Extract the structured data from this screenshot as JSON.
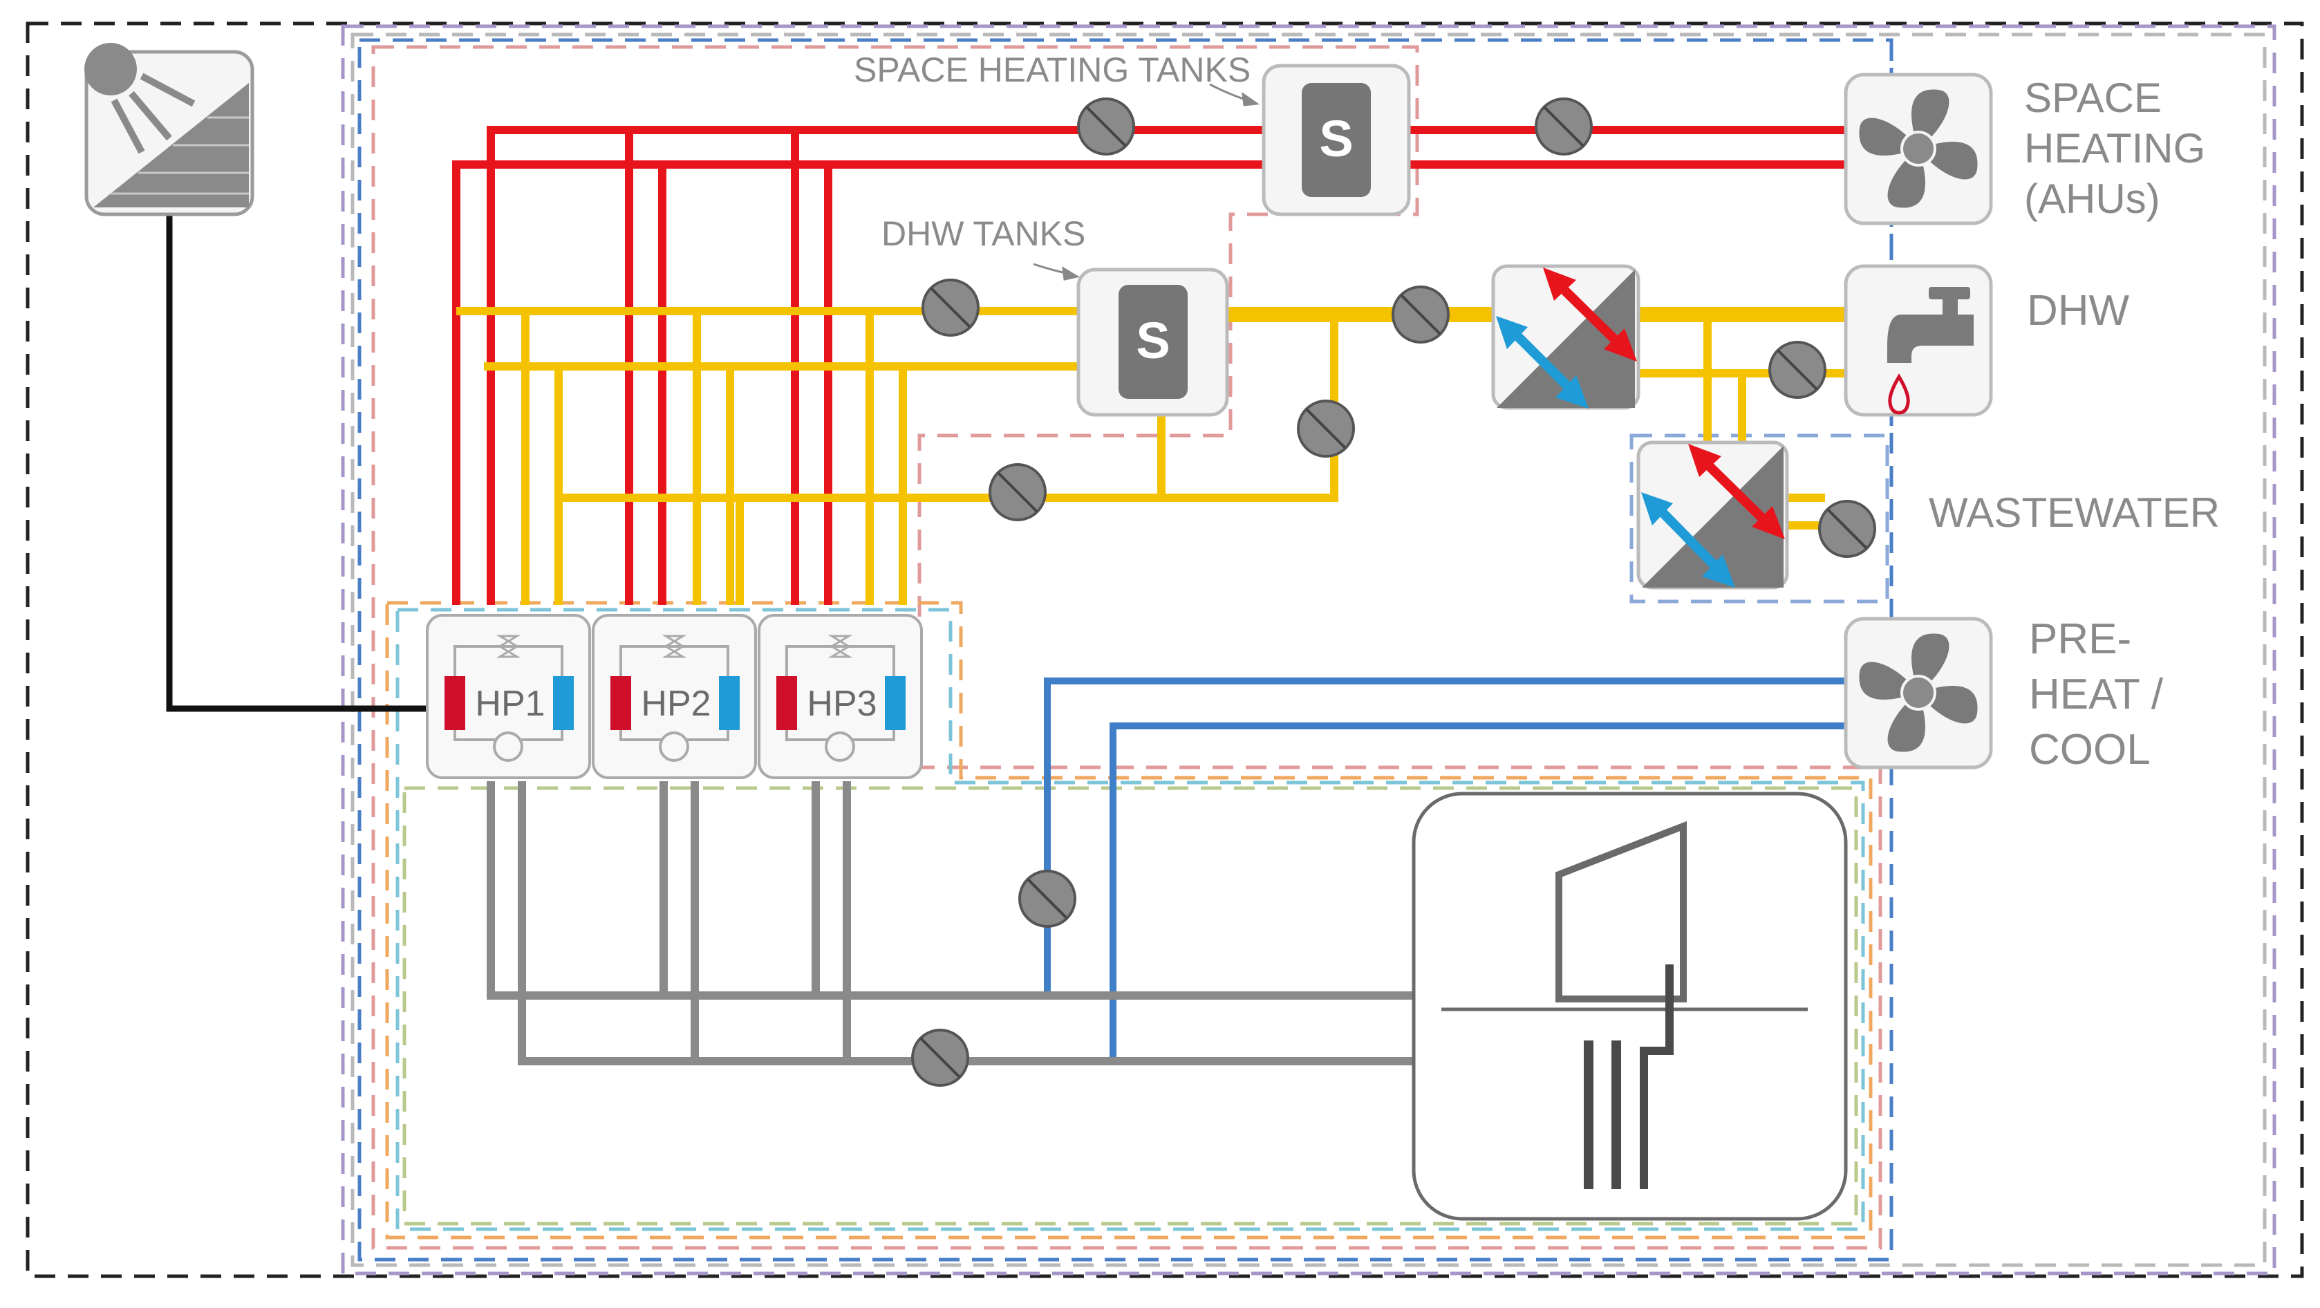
{
  "labels": {
    "space_heating_tanks": "SPACE HEATING TANKS",
    "dhw_tanks": "DHW TANKS",
    "space_heating": [
      "SPACE",
      "HEATING",
      "(AHUs)"
    ],
    "dhw": "DHW",
    "wastewater": "WASTEWATER",
    "preheat_cool": [
      "PRE-",
      "HEAT /",
      "COOL"
    ]
  },
  "heat_pumps": [
    "HP1",
    "HP2",
    "HP3"
  ],
  "tanks": {
    "space_heating": "S",
    "dhw": "S"
  },
  "icons": {
    "solar": "solar-panel-icon",
    "fan": "fan-icon",
    "tap": "water-tap-icon",
    "heat_exchanger": "heat-exchanger-icon",
    "ground": "geothermal-borehole-icon",
    "pump": "pump-icon"
  },
  "colors": {
    "heating": "#e8141c",
    "dhw": "#f5c200",
    "cooling": "#3f7fc8",
    "ground_loop": "#8a8a8a",
    "electric": "#111111",
    "hp_hot": "#d0102a",
    "hp_cold": "#1f9bd7"
  }
}
